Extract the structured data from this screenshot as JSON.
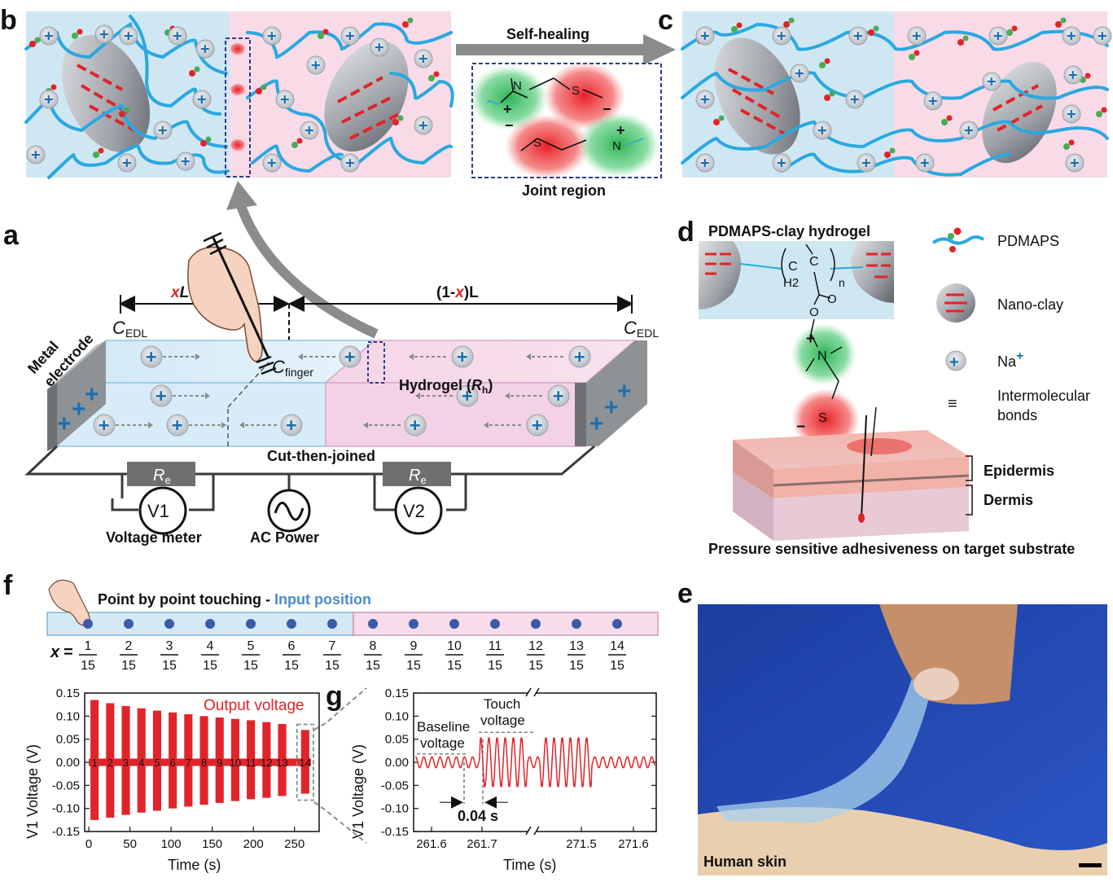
{
  "panels": {
    "a": "a",
    "b": "b",
    "c": "c",
    "d": "d",
    "e": "e",
    "f": "f",
    "g": "g"
  },
  "top": {
    "self_healing": "Self-healing",
    "joint_region": "Joint region"
  },
  "a": {
    "xL_x": "x",
    "xL_L": "L",
    "oneminus_pre": "(1-",
    "oneminus_x": "x",
    "oneminus_post": ")L",
    "cedl_c": "C",
    "cedl_sub": "EDL",
    "cfinger_c": "C",
    "cfinger_sub": "finger",
    "metal1": "Metal",
    "metal2": "electrode",
    "hydrogel_pre": "Hydrogel (",
    "hydrogel_r": "R",
    "hydrogel_sub": "h",
    "hydrogel_post": ")",
    "cut": "Cut-then-joined",
    "re_r": "R",
    "re_sub": "e",
    "v1": "V1",
    "v2": "V2",
    "voltage_meter": "Voltage meter",
    "ac_power": "AC Power"
  },
  "d": {
    "title": "PDMAPS-clay hydrogel",
    "legend": [
      "PDMAPS",
      "Nano-clay",
      "Na",
      "Intermolecular",
      "bonds"
    ],
    "na_sup": "+",
    "epidermis": "Epidermis",
    "dermis": "Dermis",
    "caption": "Pressure sensitive adhesiveness on target substrate",
    "chem": {
      "c": "C",
      "h2": "H2",
      "n": "n",
      "o": "O",
      "nplus": "N",
      "s": "S"
    }
  },
  "e": {
    "label": "Human skin"
  },
  "f": {
    "title_pre": "Point by point touching - ",
    "title_hl": "Input position",
    "x_eq": "x",
    "eq": "=",
    "numerators": [
      "1",
      "2",
      "3",
      "4",
      "5",
      "6",
      "7",
      "8",
      "9",
      "10",
      "11",
      "12",
      "13",
      "14"
    ],
    "denominator": "15",
    "output": "Output voltage"
  },
  "g": {
    "baseline1": "Baseline",
    "baseline2": "voltage",
    "touch1": "Touch",
    "touch2": "voltage",
    "dt": "0.04 s"
  },
  "chart_data": [
    {
      "type": "bar",
      "title": "",
      "xlabel": "Time (s)",
      "ylabel": "V1 Voltage (V)",
      "xlim": [
        -5,
        280
      ],
      "ylim": [
        -0.15,
        0.15
      ],
      "xticks": [
        "0",
        "50",
        "100",
        "150",
        "200",
        "250"
      ],
      "yticks": [
        "0.15",
        "0.10",
        "0.05",
        "0.00",
        "-0.05",
        "-0.10",
        "-0.15"
      ],
      "categories": [
        "1",
        "2",
        "3",
        "4",
        "5",
        "6",
        "7",
        "8",
        "9",
        "10",
        "11",
        "12",
        "13",
        "14"
      ],
      "x_start": [
        2,
        21,
        40,
        59,
        78,
        97,
        116,
        135,
        154,
        173,
        192,
        211,
        230,
        258
      ],
      "x_end": [
        12,
        31,
        50,
        69,
        88,
        107,
        126,
        145,
        164,
        183,
        202,
        221,
        240,
        268
      ],
      "series": [
        {
          "name": "Output voltage",
          "values_max": [
            0.135,
            0.128,
            0.122,
            0.117,
            0.112,
            0.108,
            0.104,
            0.1,
            0.097,
            0.094,
            0.091,
            0.087,
            0.083,
            0.07
          ],
          "values_min": [
            -0.125,
            -0.12,
            -0.114,
            -0.109,
            -0.105,
            -0.1,
            -0.096,
            -0.092,
            -0.088,
            -0.084,
            -0.08,
            -0.077,
            -0.073,
            -0.068
          ]
        }
      ],
      "grid": false
    },
    {
      "type": "line",
      "title": "",
      "xlabel": "Time (s)",
      "ylabel": "V1 Voltage (V)",
      "ylim": [
        -0.15,
        0.15
      ],
      "xticks": [
        "261.6",
        "261.7",
        "271.5",
        "271.6"
      ],
      "yticks": [
        "0.15",
        "0.10",
        "0.05",
        "0.00",
        "-0.05",
        "-0.10",
        "-0.15"
      ],
      "baseline_amplitude": 0.012,
      "touch_amplitude": 0.055,
      "broken_axis": true,
      "grid": false
    }
  ]
}
